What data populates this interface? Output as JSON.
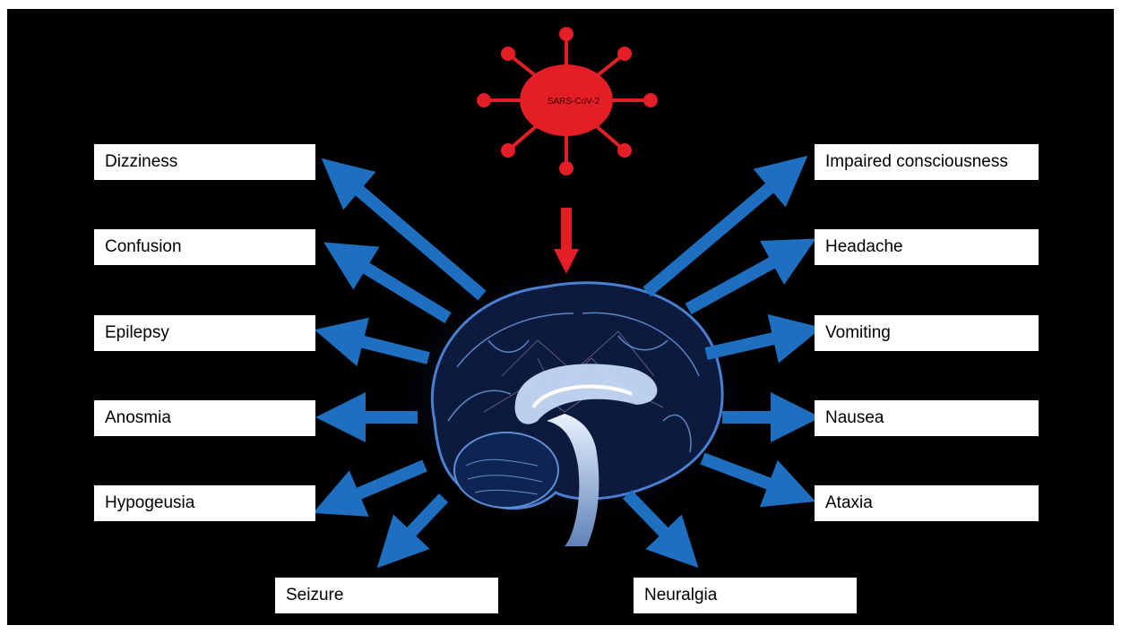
{
  "virus": {
    "label": "SARS-CoV-2",
    "color": "#e31e24"
  },
  "arrow_color": "#1f6fc0",
  "symptoms": {
    "left": [
      "Dizziness",
      "Confusion",
      "Epilepsy",
      "Anosmia",
      "Hypogeusia"
    ],
    "right": [
      "Impaired consciousness",
      "Headache",
      "Vomiting",
      "Nausea",
      "Ataxia"
    ],
    "bottom_left": "Seizure",
    "bottom_right": "Neuralgia"
  },
  "center_image": "brain-illustration"
}
